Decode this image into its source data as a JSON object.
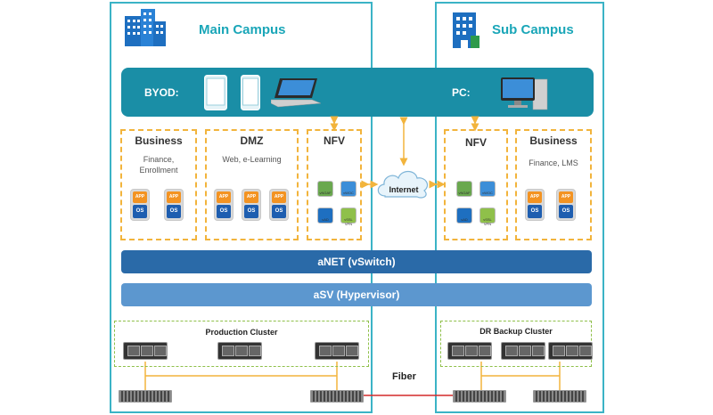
{
  "main_campus": {
    "title": "Main Campus"
  },
  "sub_campus": {
    "title": "Sub Campus"
  },
  "top_band": {
    "byod_label": "BYOD:",
    "pc_label": "PC:"
  },
  "main_boxes": {
    "business": {
      "title": "Business",
      "sub_line1": "Finance,",
      "sub_line2": "Enrollment"
    },
    "dmz": {
      "title": "DMZ",
      "sub": "Web, e-Learning"
    },
    "nfv": {
      "title": "NFV"
    }
  },
  "sub_boxes": {
    "nfv": {
      "title": "NFV"
    },
    "business": {
      "title": "Business",
      "sub": "Finance, LMS"
    }
  },
  "vm": {
    "app": "APP",
    "os": "OS"
  },
  "nfv_icons": [
    "vNGAF",
    "vWOC",
    "vAD",
    "vSSL VPN"
  ],
  "internet": {
    "label": "Internet"
  },
  "anet": {
    "label": "aNET (vSwitch)"
  },
  "asv": {
    "label": "aSV (Hypervisor)"
  },
  "production_cluster": {
    "label": "Production Cluster"
  },
  "dr_cluster": {
    "label": "DR Backup Cluster"
  },
  "fiber": {
    "label": "Fiber"
  },
  "colors": {
    "teal": "#1aa6b8",
    "band_dark": "#2a6aa8",
    "band_light": "#5c97cf",
    "dash_orange": "#f2b43c",
    "dash_green": "#8fc04a",
    "fiber_red": "#d42a2a",
    "link_yellow": "#f2b43c"
  }
}
